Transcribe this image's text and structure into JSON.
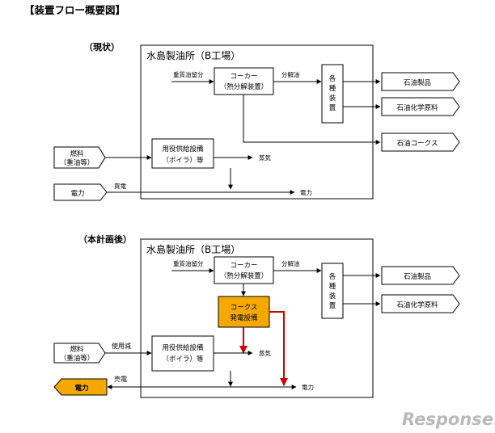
{
  "page_title": "【装置フロー概要図】",
  "colors": {
    "line": "#000000",
    "highlight_fill": "#f5a800",
    "highlight_line": "#cc0000",
    "logo": "#b9b9b9"
  },
  "current": {
    "label": "（現状）",
    "refinery": "水島製油所（B工場）",
    "coker_line1": "コーカー",
    "coker_line2": "（熱分解装置）",
    "input_heavy_oil": "重質油留分",
    "cracked_oil": "分解油",
    "various_units": "各種装置",
    "product_oil": "石油製品",
    "product_chem": "石油化学原料",
    "product_coke": "石油コークス",
    "fuel_line1": "燃料",
    "fuel_line2": "（重油等）",
    "utility_line1": "用役供給設備",
    "utility_line2": "（ボイラ）等",
    "steam": "蒸気",
    "power_source": "電力",
    "buy_power": "買電",
    "power_out": "電力"
  },
  "planned": {
    "label": "（本計画後）",
    "refinery": "水島製油所（B工場）",
    "coker_line1": "コーカー",
    "coker_line2": "（熱分解装置）",
    "input_heavy_oil": "重質油留分",
    "cracked_oil": "分解油",
    "various_units": "各種装置",
    "product_oil": "石油製品",
    "product_chem": "石油化学原料",
    "coke_power_line1": "コークス",
    "coke_power_line2": "発電設備",
    "fuel_line1": "燃料",
    "fuel_line2": "（重油等）",
    "reduced_use": "使用減",
    "utility_line1": "用役供給設備",
    "utility_line2": "（ボイラ）等",
    "steam": "蒸気",
    "power_export": "電力",
    "sell_power": "売電",
    "power_out": "電力"
  },
  "watermark": "Response."
}
